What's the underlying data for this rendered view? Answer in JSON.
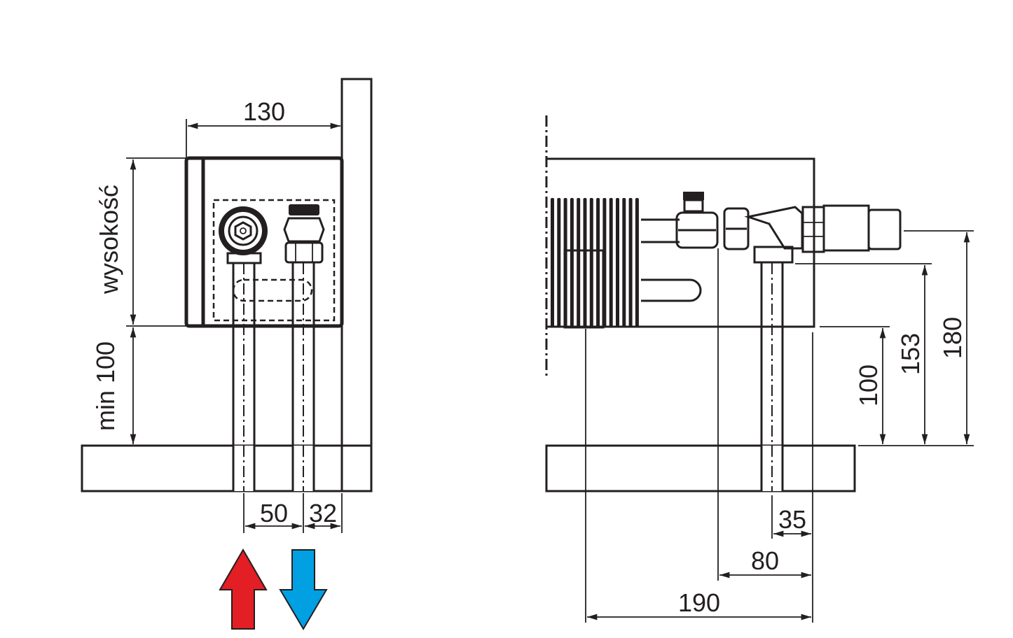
{
  "left_view": {
    "width_dim": "130",
    "height_label": "wysokość",
    "min_height_label": "min 100",
    "pipe_spacing_dim": "50",
    "wall_offset_dim": "32"
  },
  "right_view": {
    "pipe_offset_dim": "35",
    "valve_offset_dim": "80",
    "depth_dim": "190",
    "floor_clearance_dim": "100",
    "pipe_height_dim": "153",
    "valve_height_dim": "180"
  },
  "colors": {
    "supply": "#e31e24",
    "return": "#00a0e3",
    "line": "#231f20"
  }
}
